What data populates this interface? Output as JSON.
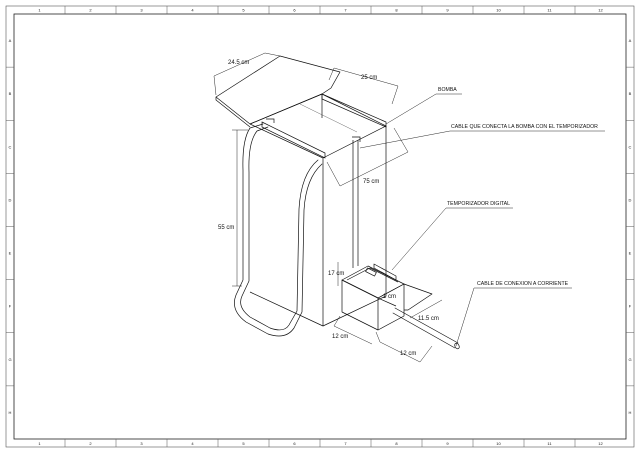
{
  "border": {
    "top_numbers": [
      "1",
      "2",
      "3",
      "4",
      "5",
      "6",
      "7",
      "8",
      "9",
      "10",
      "11",
      "12"
    ],
    "bottom_numbers": [
      "1",
      "2",
      "3",
      "4",
      "5",
      "6",
      "7",
      "8",
      "9",
      "10",
      "11",
      "12"
    ],
    "left_letters": [
      "A",
      "B",
      "C",
      "D",
      "E",
      "F",
      "G",
      "H"
    ],
    "right_letters": [
      "A",
      "B",
      "C",
      "D",
      "E",
      "F",
      "G",
      "H"
    ]
  },
  "dimensions": {
    "lid_width": "24.5 cm",
    "lid_depth": "25 cm",
    "tank_depth": "75 cm",
    "tank_height": "55 cm",
    "box_height": "17 cm",
    "box_slot": "1 cm",
    "box_length": "11.5 cm",
    "box_width_front": "12 cm",
    "box_width_side": "12 cm"
  },
  "callouts": {
    "pump": "BOMBA",
    "pump_cable": "CABLE QUE CONECTA LA BOMBA CON EL TEMPORIZADOR",
    "timer": "TEMPORIZADOR DIGITAL",
    "power_cable": "CABLE DE CONEXION A CORRIENTE"
  }
}
